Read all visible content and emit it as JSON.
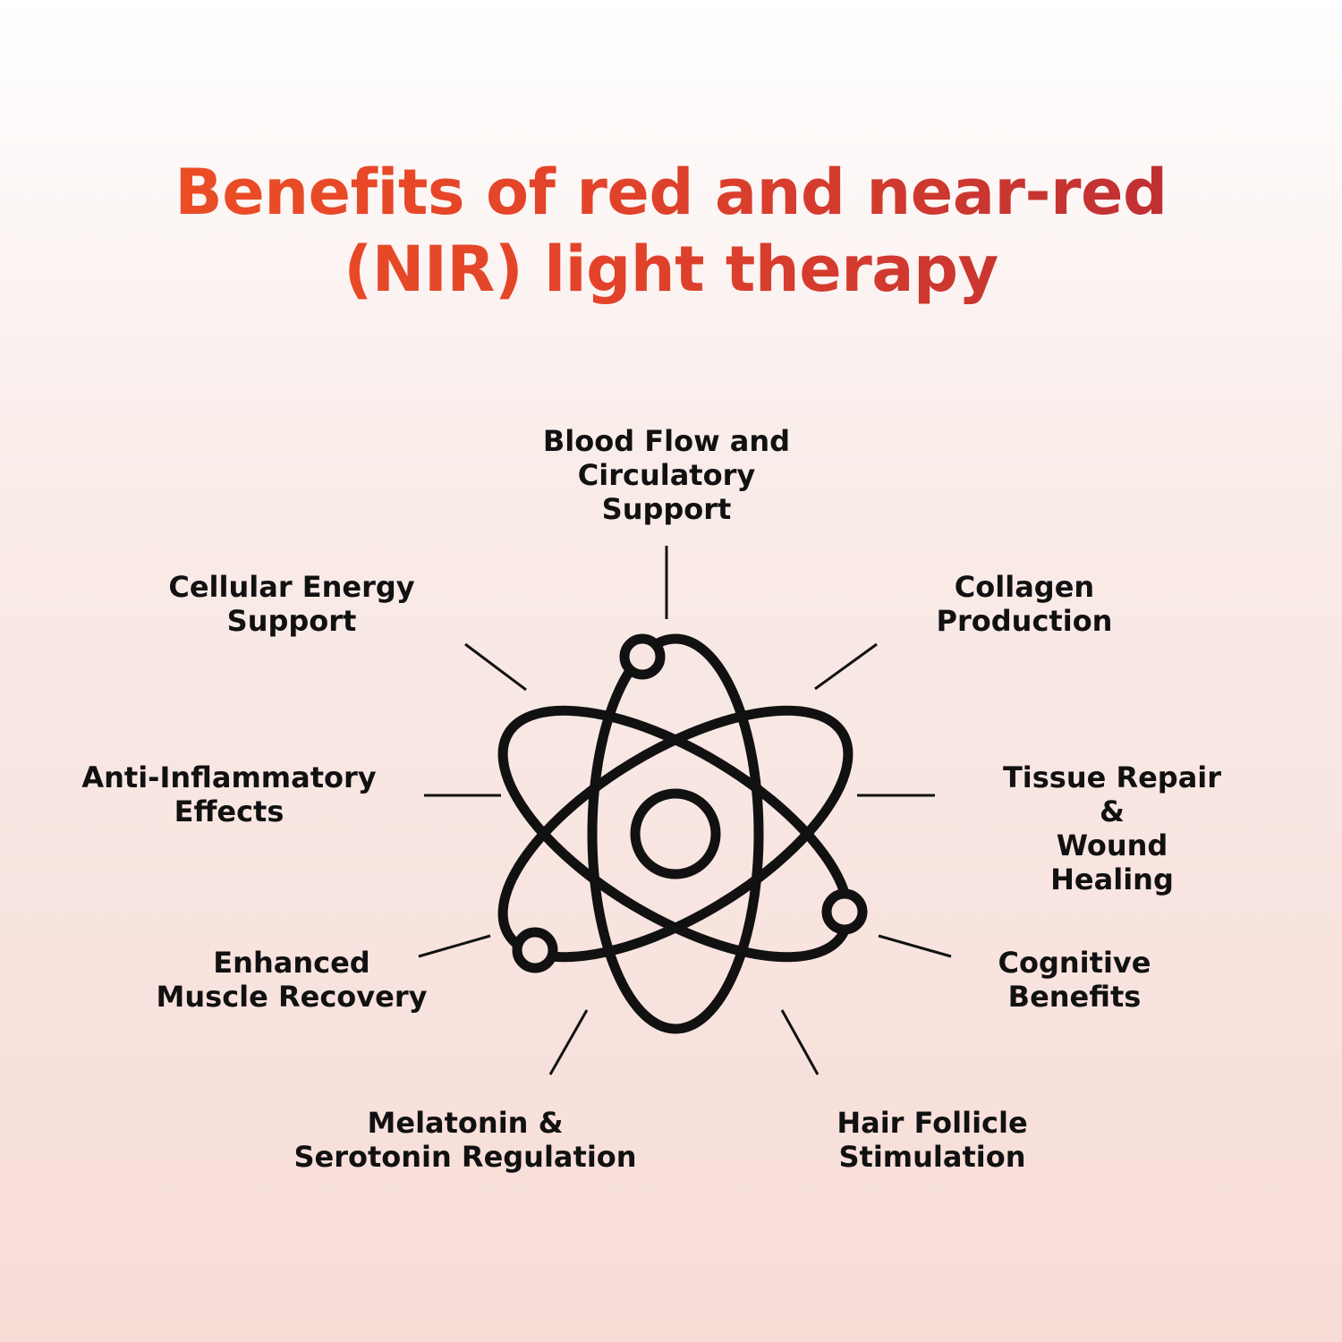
{
  "title": {
    "line1": "Benefits of red and near-red",
    "line2": "(NIR) light therapy"
  },
  "colors": {
    "title_start": "#ef5124",
    "title_end": "#b52a36",
    "ink": "#111111",
    "background_top": "#ffffff",
    "background_bottom": "#f7dcd6"
  },
  "center_icon": "atom-icon",
  "benefits": [
    {
      "id": "blood-flow",
      "text": "Blood Flow and\nCirculatory\nSupport"
    },
    {
      "id": "collagen",
      "text": "Collagen\nProduction"
    },
    {
      "id": "tissue-repair",
      "text": "Tissue Repair &\nWound Healing"
    },
    {
      "id": "cognitive",
      "text": "Cognitive\nBenefits"
    },
    {
      "id": "hair-follicle",
      "text": "Hair Follicle\nStimulation"
    },
    {
      "id": "melatonin",
      "text": "Melatonin &\nSerotonin Regulation"
    },
    {
      "id": "muscle-recovery",
      "text": "Enhanced\nMuscle Recovery"
    },
    {
      "id": "anti-inflammatory",
      "text": "Anti-Inflammatory\nEffects"
    },
    {
      "id": "cellular-energy",
      "text": "Cellular Energy\nSupport"
    }
  ]
}
